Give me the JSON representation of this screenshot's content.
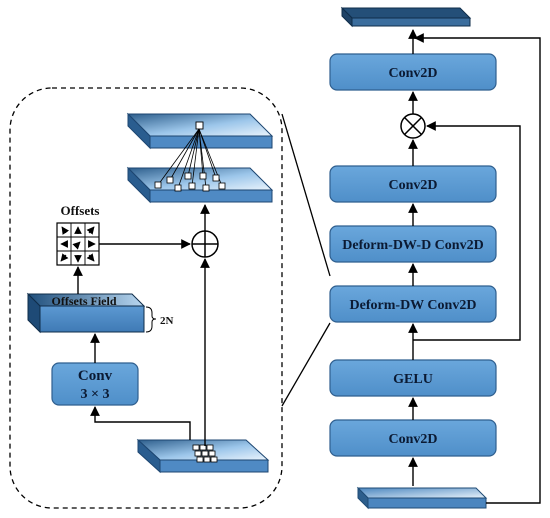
{
  "right_column": {
    "blocks": [
      {
        "label": "Conv2D"
      },
      {
        "label": "Conv2D"
      },
      {
        "label": "Deform-DW-D Conv2D"
      },
      {
        "label": "Deform-DW Conv2D"
      },
      {
        "label": "GELU"
      },
      {
        "label": "Conv2D"
      }
    ]
  },
  "left_panel": {
    "offsets_label": "Offsets",
    "offsets_field_label": "Offsets Field",
    "offsets_field_dim": "2N",
    "conv_label": "Conv",
    "conv_kernel": "3 × 3"
  },
  "colors": {
    "block_fill": "#5a9bd5",
    "block_stroke": "#2f5f8f",
    "line": "#000000",
    "dark_layer": "#2c5a85"
  }
}
